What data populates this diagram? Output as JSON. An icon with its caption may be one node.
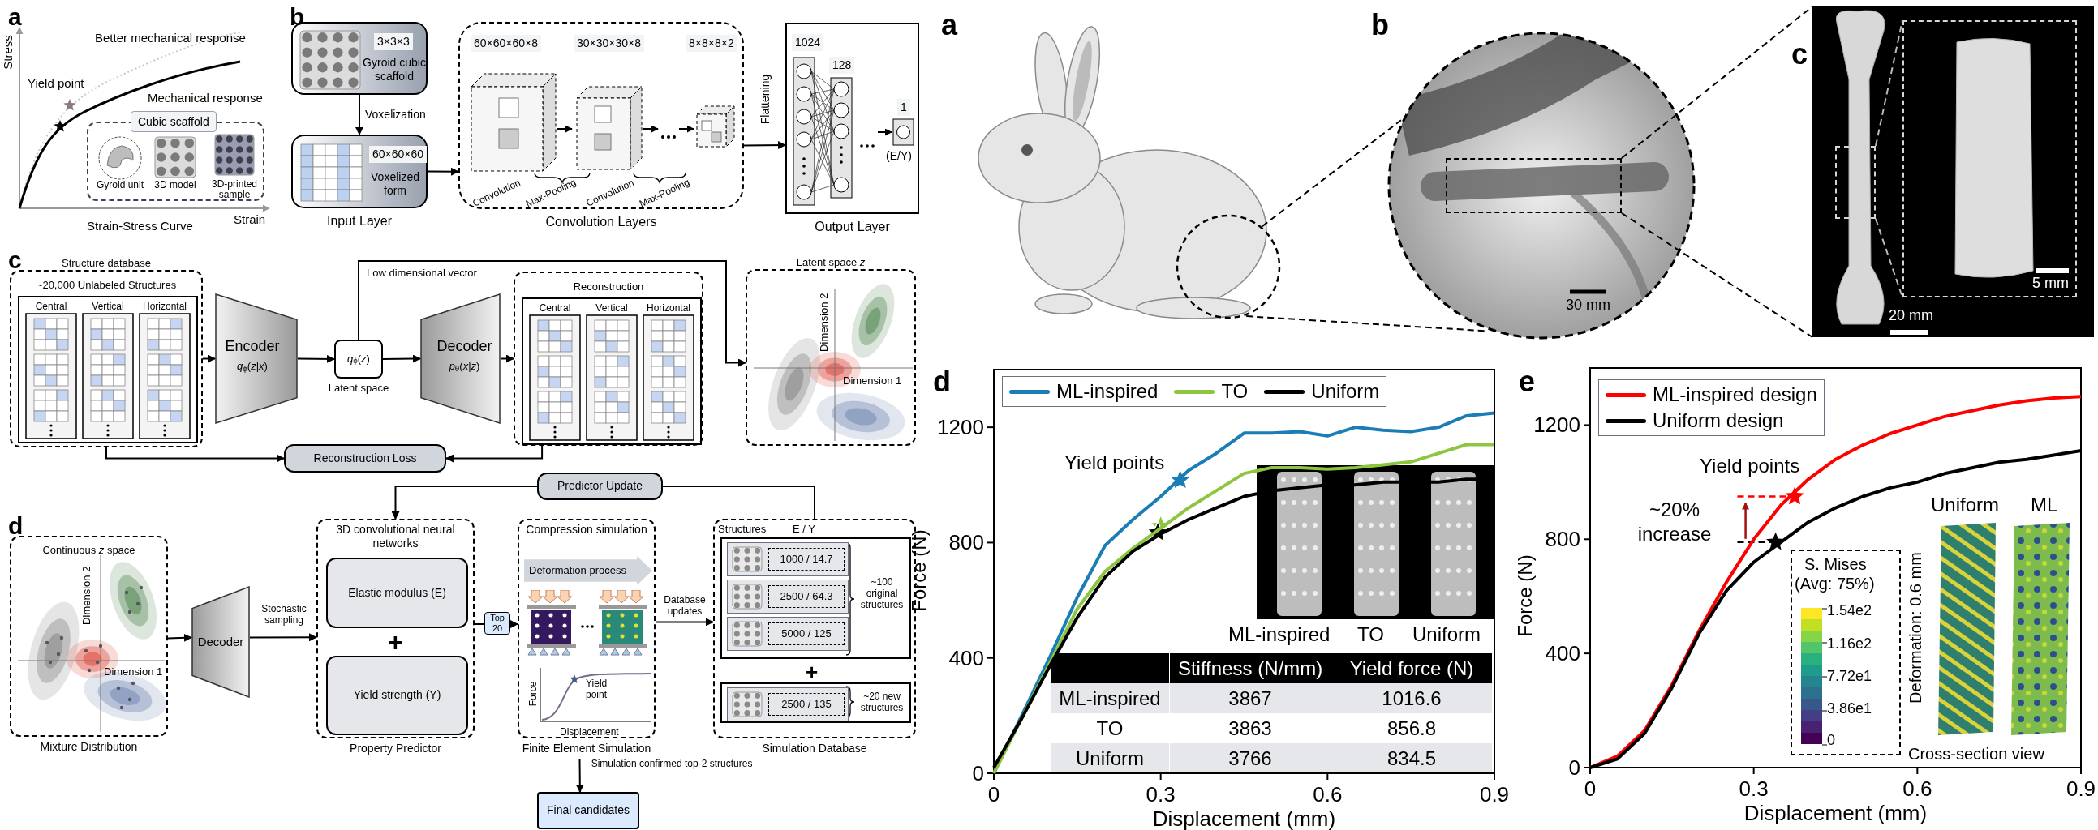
{
  "diagram": {
    "nodes": [
      {
        "text": [
          "Cubic scaffold"
        ]
      },
      {
        "text": [
          "Gyroid unit"
        ],
        "in": 0
      },
      {
        "text": [
          "3D model"
        ],
        "in": 0
      },
      {
        "text": [
          "3D-printed sample"
        ],
        "in": 0
      },
      {
        "text": [
          "3×3×3",
          "Gyroid cubic scaffold"
        ]
      },
      {
        "text": [
          "60×60×60",
          "Voxelized form"
        ],
        "beside": [
          "Input Layer"
        ]
      },
      {
        "text": [
          "60×60×60×8",
          "30×30×30×8",
          "8×8×8×2",
          "Convolution",
          "Max-Pooling",
          "Convolution",
          "Max-Pooling"
        ],
        "beside": [
          "Convolution Layers"
        ]
      },
      {
        "text": [
          "1024",
          "128",
          "1",
          "(E/Y)"
        ],
        "beside": [
          "Output Layer"
        ]
      },
      {
        "text": [
          "~20,000 Unlabeled Structures",
          "Central",
          "Vertical",
          "Horizontal"
        ],
        "beside": [
          "Structure database"
        ]
      },
      {
        "text": [
          "Encoder",
          "*q*$_{ϕ}$(*z*|*x*)"
        ]
      },
      {
        "text": [
          "*q*$_{ϕ}$(*z*)"
        ],
        "beside": [
          "Latent space"
        ]
      },
      {
        "text": [
          "Decoder",
          "*p*$_{θ}$(*x*|*z*)"
        ]
      },
      {
        "text": [
          "Reconstruction",
          "Central",
          "Vertical",
          "Horizontal"
        ]
      },
      {
        "text": [
          "Dimension 2",
          "Dimension 1"
        ],
        "beside": [
          "Latent space *z*"
        ]
      },
      {
        "text": [
          "Reconstruction Loss"
        ]
      },
      {
        "text": [
          "Predictor Update"
        ]
      },
      {
        "text": [
          "Continuous *z* space",
          "Dimension 2",
          "Dimension 1"
        ],
        "beside": [
          "Mixture Distribution"
        ]
      },
      {
        "text": [
          "Decoder"
        ]
      },
      {
        "text": [
          "3D convolutional neural networks",
          "+"
        ],
        "beside": [
          "Property Predictor"
        ]
      },
      {
        "text": [
          "Elastic modulus (E)"
        ],
        "in": 18
      },
      {
        "text": [
          "Yield strength (Y)"
        ],
        "in": 18
      },
      {
        "text": [
          "Compression simulation",
          "Deformation process",
          "Force",
          "Yield point",
          "Displacement"
        ],
        "beside": [
          "Finite Element Simulation"
        ]
      },
      {
        "text": [
          "Structures",
          "E / Y",
          "+"
        ],
        "beside": [
          "Simulation Database"
        ]
      },
      {
        "text": [
          "~100 original structures"
        ],
        "in": 22
      },
      {
        "text": [
          "1000 / 14.7"
        ],
        "in": 23
      },
      {
        "text": [
          "2500 / 64.3"
        ],
        "in": 23
      },
      {
        "text": [
          "5000 / 125"
        ],
        "in": 23
      },
      {
        "text": [
          "~20 new structures"
        ],
        "in": 22
      },
      {
        "text": [
          "2500 / 135"
        ],
        "in": 27
      },
      {
        "text": [
          "Final candidates"
        ]
      },
      {
        "text": [],
        "shape": "picture"
      },
      {
        "text": [],
        "shape": "circle"
      },
      {
        "text": [],
        "shape": "picture"
      },
      {
        "text": [],
        "shape": "box",
        "in": 32
      },
      {
        "text": [],
        "shape": "picture"
      },
      {
        "text": [],
        "shape": "box",
        "in": 34
      },
      {
        "text": [],
        "shape": "box",
        "in": 34
      }
    ],
    "edges": [
      {
        "from": 4,
        "to": 5,
        "arrow": "to",
        "label": "Voxelization"
      },
      {
        "from": 5,
        "to": 6,
        "arrow": "to"
      },
      {
        "from": 6,
        "to": 7,
        "arrow": "to",
        "label": "Flattening"
      },
      {
        "from": 8,
        "to": 9,
        "arrow": "to"
      },
      {
        "from": 9,
        "to": 10,
        "arrow": "to"
      },
      {
        "from": 10,
        "to": 11,
        "arrow": "to"
      },
      {
        "from": 11,
        "to": 12,
        "arrow": "to"
      },
      {
        "from": 10,
        "to": 13,
        "arrow": "to",
        "label": "Low dimensional vector"
      },
      {
        "from": 8,
        "to": 14,
        "arrow": "to"
      },
      {
        "from": 12,
        "to": 14,
        "arrow": "to"
      },
      {
        "from": 22,
        "to": 15,
        "arrow": "none"
      },
      {
        "from": 15,
        "to": 18,
        "arrow": "to"
      },
      {
        "from": 16,
        "to": 17,
        "arrow": "to"
      },
      {
        "from": 17,
        "to": 18,
        "arrow": "to",
        "label": "Stochastic sampling"
      },
      {
        "from": 18,
        "to": 21,
        "arrow": "to",
        "label": "Top 20"
      },
      {
        "from": 21,
        "to": 22,
        "arrow": "to",
        "label": "Database updates"
      },
      {
        "from": 21,
        "to": 29,
        "arrow": "to",
        "label": "Simulation confirmed top-2 structures"
      },
      {
        "from": 31,
        "to": 32,
        "arrow": "none",
        "style": "dashed"
      },
      {
        "from": 31,
        "to": 32,
        "arrow": "none",
        "style": "dashed"
      },
      {
        "from": 33,
        "to": 34,
        "arrow": "none",
        "style": "dashed"
      },
      {
        "from": 33,
        "to": 34,
        "arrow": "none",
        "style": "dashed"
      },
      {
        "from": 35,
        "to": 36,
        "arrow": "none",
        "style": "dashed",
        "color": "#bbbbbb"
      },
      {
        "from": 35,
        "to": 36,
        "arrow": "none",
        "style": "dashed",
        "color": "#bbbbbb"
      }
    ],
    "labels": [
      "a",
      "Stress",
      "Better mechanical response",
      "Yield point",
      "Mechanical response",
      "Strain",
      "Strain-Stress Curve",
      "b",
      "c",
      "d",
      "a",
      "b",
      "c",
      "30 mm",
      "20 mm",
      "5 mm",
      "d",
      "e",
      "Yield points",
      "ML-inspired",
      "TO",
      "Uniform",
      "Stiffness (N/mm)",
      "Yield force (N)",
      "ML-inspired",
      "3867",
      "1016.6",
      "TO",
      "3863",
      "856.8",
      "Uniform",
      "3766",
      "834.5",
      "Yield points",
      "~20% increase",
      "Uniform",
      "ML",
      "S. Mises",
      "(Avg: 75%)",
      "1.54e2",
      "1.16e2",
      "7.72e1",
      "3.86e1",
      "0",
      "Deformation: 0.6 mm",
      "Cross-section view"
    ],
    "chart_data": [
      {
        "type": "line",
        "legend": "top",
        "xlabel": "Displacement (mm)",
        "ylabel": "Force (N)",
        "x": [
          0,
          0.05,
          0.1,
          0.15,
          0.2,
          0.25,
          0.3,
          0.35,
          0.4,
          0.45,
          0.5,
          0.55,
          0.6,
          0.65,
          0.7,
          0.75,
          0.8,
          0.85,
          0.9
        ],
        "xlim": [
          0,
          0.9
        ],
        "ylim": [
          0,
          1400
        ],
        "xticks": [
          0,
          0.3,
          0.6,
          0.9
        ],
        "yticks": [
          0,
          400,
          800,
          1200
        ],
        "series": [
          {
            "name": "ML-inspired",
            "color": "#1a7db5",
            "values": [
              0,
              200,
              400,
              610,
              790,
              880,
              960,
              1050,
              1110,
              1180,
              1180,
              1185,
              1170,
              1200,
              1190,
              1185,
              1200,
              1240,
              1250
            ]
          },
          {
            "name": "TO",
            "color": "#8cc63e",
            "values": [
              0,
              190,
              380,
              570,
              700,
              780,
              850,
              920,
              980,
              1040,
              1060,
              1060,
              1055,
              1060,
              1070,
              1080,
              1110,
              1140,
              1140
            ]
          },
          {
            "name": "Uniform",
            "color": "#000000",
            "values": [
              20,
              190,
              370,
              540,
              680,
              770,
              830,
              880,
              920,
              960,
              980,
              990,
              1000,
              1000,
              1010,
              1010,
              1010,
              1020,
              1020
            ]
          }
        ]
      },
      {
        "type": "line",
        "legend": "upper left",
        "xlabel": "Displacement (mm)",
        "ylabel": "Force (N)",
        "x": [
          0,
          0.05,
          0.1,
          0.15,
          0.2,
          0.25,
          0.3,
          0.35,
          0.4,
          0.45,
          0.5,
          0.55,
          0.6,
          0.65,
          0.7,
          0.75,
          0.8,
          0.85,
          0.9
        ],
        "xlim": [
          0,
          0.9
        ],
        "ylim": [
          0,
          1400
        ],
        "xticks": [
          0,
          0.3,
          0.6,
          0.9
        ],
        "yticks": [
          0,
          400,
          800,
          1200
        ],
        "series": [
          {
            "name": "ML-inspired design",
            "color": "#ff0000",
            "values": [
              0,
              40,
              130,
              290,
              480,
              650,
              800,
              920,
              1010,
              1080,
              1130,
              1170,
              1200,
              1230,
              1250,
              1270,
              1285,
              1295,
              1300
            ]
          },
          {
            "name": "Uniform design",
            "color": "#000000",
            "values": [
              0,
              30,
              120,
              280,
              470,
              620,
              720,
              790,
              860,
              910,
              950,
              980,
              1000,
              1030,
              1050,
              1070,
              1080,
              1095,
              1110
            ]
          }
        ]
      }
    ]
  }
}
